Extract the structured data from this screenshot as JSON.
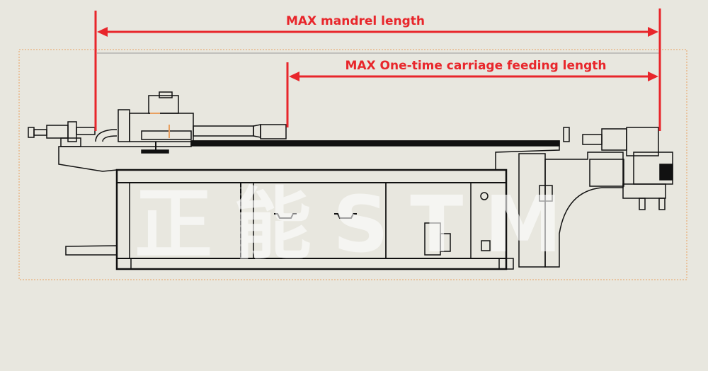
{
  "dimensions": {
    "mandrel_label": "MAX mandrel length",
    "carriage_label": "MAX One-time carriage feeding length"
  },
  "watermark": "正能STM",
  "colors": {
    "dimension_red": "#e8262b",
    "boundary_orange": "#e8a060",
    "background": "#e8e7df",
    "line": "#111111"
  }
}
